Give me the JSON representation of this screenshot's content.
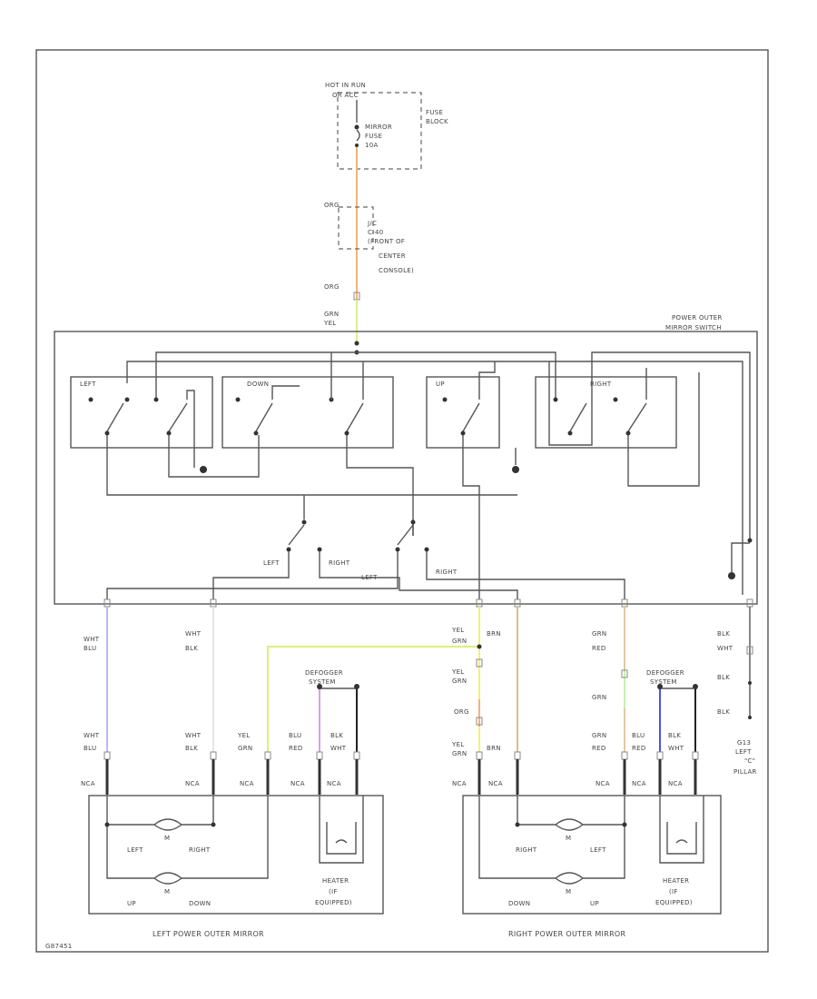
{
  "fuse": {
    "source_line1": "HOT IN RUN",
    "source_line2": "OR ACC",
    "fuse_line1": "MIRROR",
    "fuse_line2": "FUSE",
    "fuse_line3": "10A",
    "block_line1": "FUSE",
    "block_line2": "BLOCK"
  },
  "connector_c40": {
    "line1": "J/C",
    "line2": "C-40",
    "line3": "(FRONT OF",
    "line4": "CENTER",
    "line5": "CONSOLE)"
  },
  "wires": {
    "org": "ORG",
    "grn_yel_1": "GRN",
    "grn_yel_2": "YEL",
    "wht_blu_1": "WHT",
    "wht_blu_2": "BLU",
    "wht_blk_1": "WHT",
    "wht_blk_2": "BLK",
    "yel_grn_1": "YEL",
    "yel_grn_2": "GRN",
    "brn": "BRN",
    "grn_red_1": "GRN",
    "grn_red_2": "RED",
    "blk_wht_1": "BLK",
    "blk_wht_2": "WHT",
    "blk": "BLK",
    "grn": "GRN",
    "blu_red_1": "BLU",
    "blu_red_2": "RED",
    "nca": "NCA"
  },
  "switch_box": {
    "title_line1": "POWER OUTER",
    "title_line2": "MIRROR SWITCH",
    "left": "LEFT",
    "down": "DOWN",
    "up": "UP",
    "right": "RIGHT",
    "sel_left_1": "LEFT",
    "sel_right_1": "RIGHT",
    "sel_left_2": "LEFT",
    "sel_right_2": "RIGHT"
  },
  "defogger": {
    "line1": "DEFOGGER",
    "line2": "SYSTEM"
  },
  "ground_g13": {
    "line1": "G13",
    "line2": "LEFT",
    "line3": "\"C\"",
    "line4": "PILLAR"
  },
  "left_mirror": {
    "title": "LEFT POWER OUTER MIRROR",
    "motor_top_left": "LEFT",
    "motor_top_right": "RIGHT",
    "motor_bot_left": "UP",
    "motor_bot_right": "DOWN",
    "heater_line1": "HEATER",
    "heater_line2": "(IF",
    "heater_line3": "EQUIPPED)"
  },
  "right_mirror": {
    "title": "RIGHT POWER OUTER MIRROR",
    "motor_top_left": "RIGHT",
    "motor_top_right": "LEFT",
    "motor_bot_left": "DOWN",
    "motor_bot_right": "UP",
    "heater_line1": "HEATER",
    "heater_line2": "(IF",
    "heater_line3": "EQUIPPED)"
  },
  "footer_code": "G87451",
  "colors": {
    "org": "#f5b27a",
    "grn_yel": "#d8f08a",
    "wht_blu": "#b9b9f7",
    "wht_blk": "#e6e6e6",
    "yel_grn": "#dcf07a",
    "yel": "#f2f07a",
    "brn": "#d9c089",
    "grn_red": "#e6c8a0",
    "grn": "#c8f0b0",
    "blu_red": "#d9a0e6",
    "blu": "#5050e0",
    "blk": "#222222"
  }
}
